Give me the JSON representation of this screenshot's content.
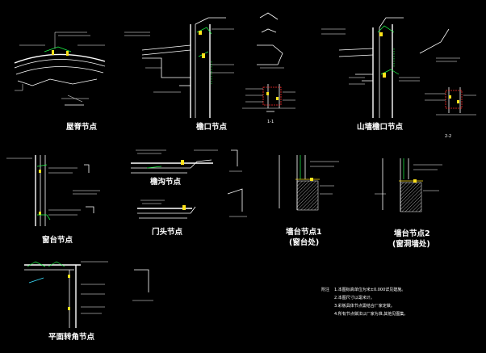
{
  "colors": {
    "background": "#000000",
    "line": "#ffffff",
    "accent_green": "#1eff4a",
    "accent_yellow": "#ffe21a",
    "accent_red": "#ff2a2a",
    "accent_cyan": "#3be0ff"
  },
  "details": {
    "roof_ridge": "屋脊节点",
    "eave": "檐口节点",
    "gable_eave": "山墙檐口节点",
    "gutter": "檐沟节点",
    "window_sill": "窗台节点",
    "door_head": "门头节点",
    "sill_1": "墙台节点1",
    "sill_1_sub": "(窗台处)",
    "sill_2": "墙台节点2",
    "sill_2_sub": "(窗洞墙处)",
    "corner": "平面转角节点"
  },
  "notes": {
    "heading": "附注",
    "lines": [
      "1.本图标高单位为米±0.000详见建施。",
      "2.本图尺寸以毫米计。",
      "3.彩板具体节点需结合厂家定做。",
      "4.所有节点做法以厂家为准,其他见图集。"
    ]
  },
  "labels": {
    "section_1_1": "1-1",
    "section_2_2": "2-2"
  }
}
